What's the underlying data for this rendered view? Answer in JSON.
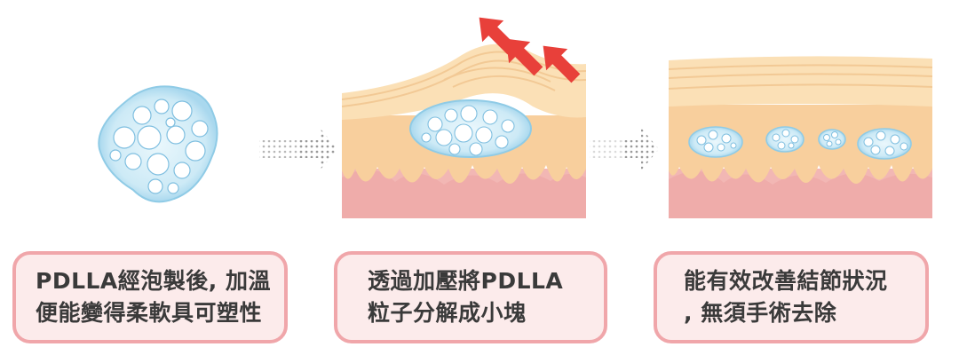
{
  "captions": [
    {
      "line1": "PDLLA經泡製後, 加溫",
      "line2": "便能變得柔軟具可塑性"
    },
    {
      "line1": "透過加壓將PDLLA",
      "line2": "粒子分解成小塊"
    },
    {
      "line1": "能有效改善結節狀況",
      "line2": ", 無須手術去除"
    }
  ],
  "colors": {
    "caption_border": "#f0a6aa",
    "caption_fill": "#fcebeb",
    "pressure_arrow": "#e8403a",
    "particle": "#bfe6f5"
  }
}
